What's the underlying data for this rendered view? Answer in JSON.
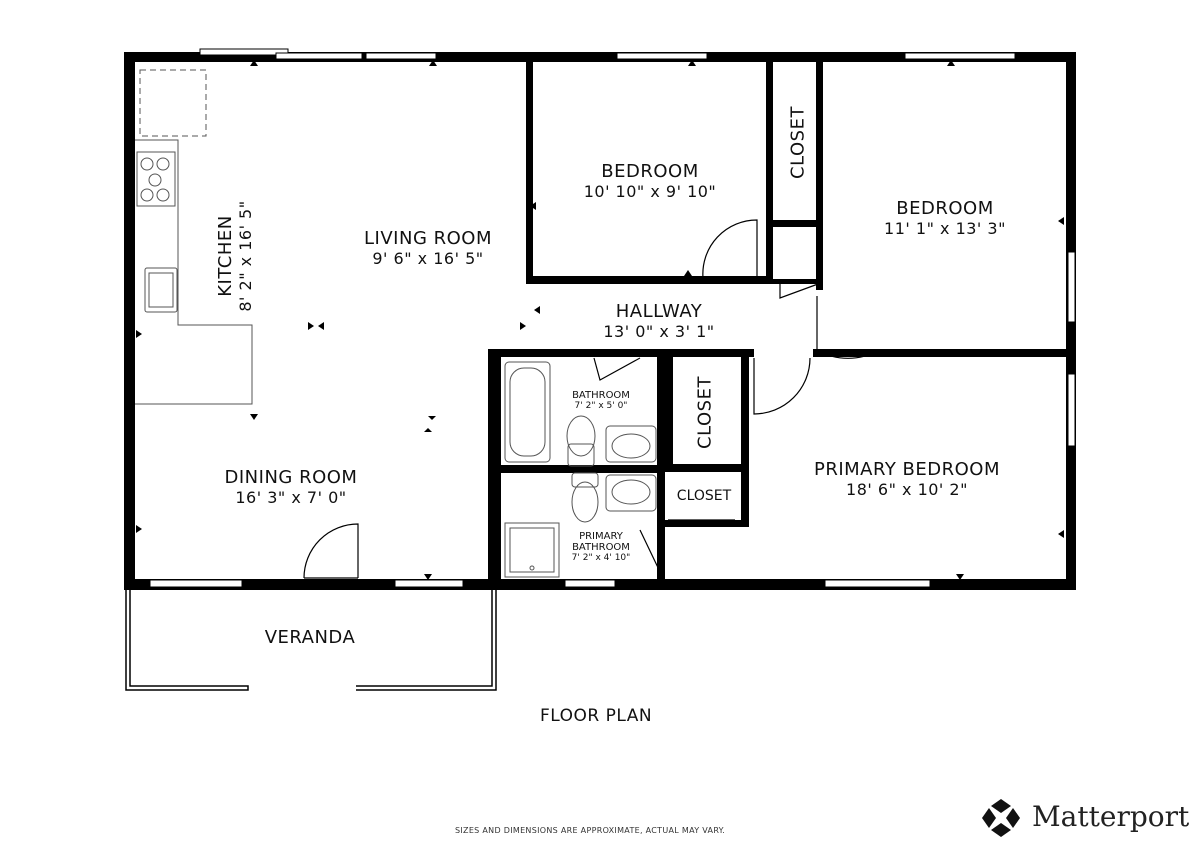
{
  "title": "FLOOR PLAN",
  "disclaimer": "SIZES AND DIMENSIONS ARE APPROXIMATE, ACTUAL MAY VARY.",
  "brand": "Matterport",
  "rooms": {
    "kitchen": {
      "name": "KITCHEN",
      "dims": "8' 2\" x 16' 5\""
    },
    "living": {
      "name": "LIVING ROOM",
      "dims": "9' 6\" x 16' 5\""
    },
    "bedroom1": {
      "name": "BEDROOM",
      "dims": "10' 10\" x 9' 10\""
    },
    "closet1": {
      "name": "CLOSET"
    },
    "bedroom2": {
      "name": "BEDROOM",
      "dims": "11' 1\" x 13' 3\""
    },
    "hallway": {
      "name": "HALLWAY",
      "dims": "13' 0\" x 3' 1\""
    },
    "bathroom": {
      "name": "BATHROOM",
      "dims": "7' 2\" x 5' 0\""
    },
    "closet2": {
      "name": "CLOSET"
    },
    "closet3": {
      "name": "CLOSET"
    },
    "primary_bathroom": {
      "name_line1": "PRIMARY",
      "name_line2": "BATHROOM",
      "dims": "7' 2\" x 4' 10\""
    },
    "primary_bedroom": {
      "name": "PRIMARY BEDROOM",
      "dims": "18' 6\" x 10' 2\""
    },
    "dining": {
      "name": "DINING ROOM",
      "dims": "16' 3\" x 7' 0\""
    },
    "veranda": {
      "name": "VERANDA"
    }
  }
}
